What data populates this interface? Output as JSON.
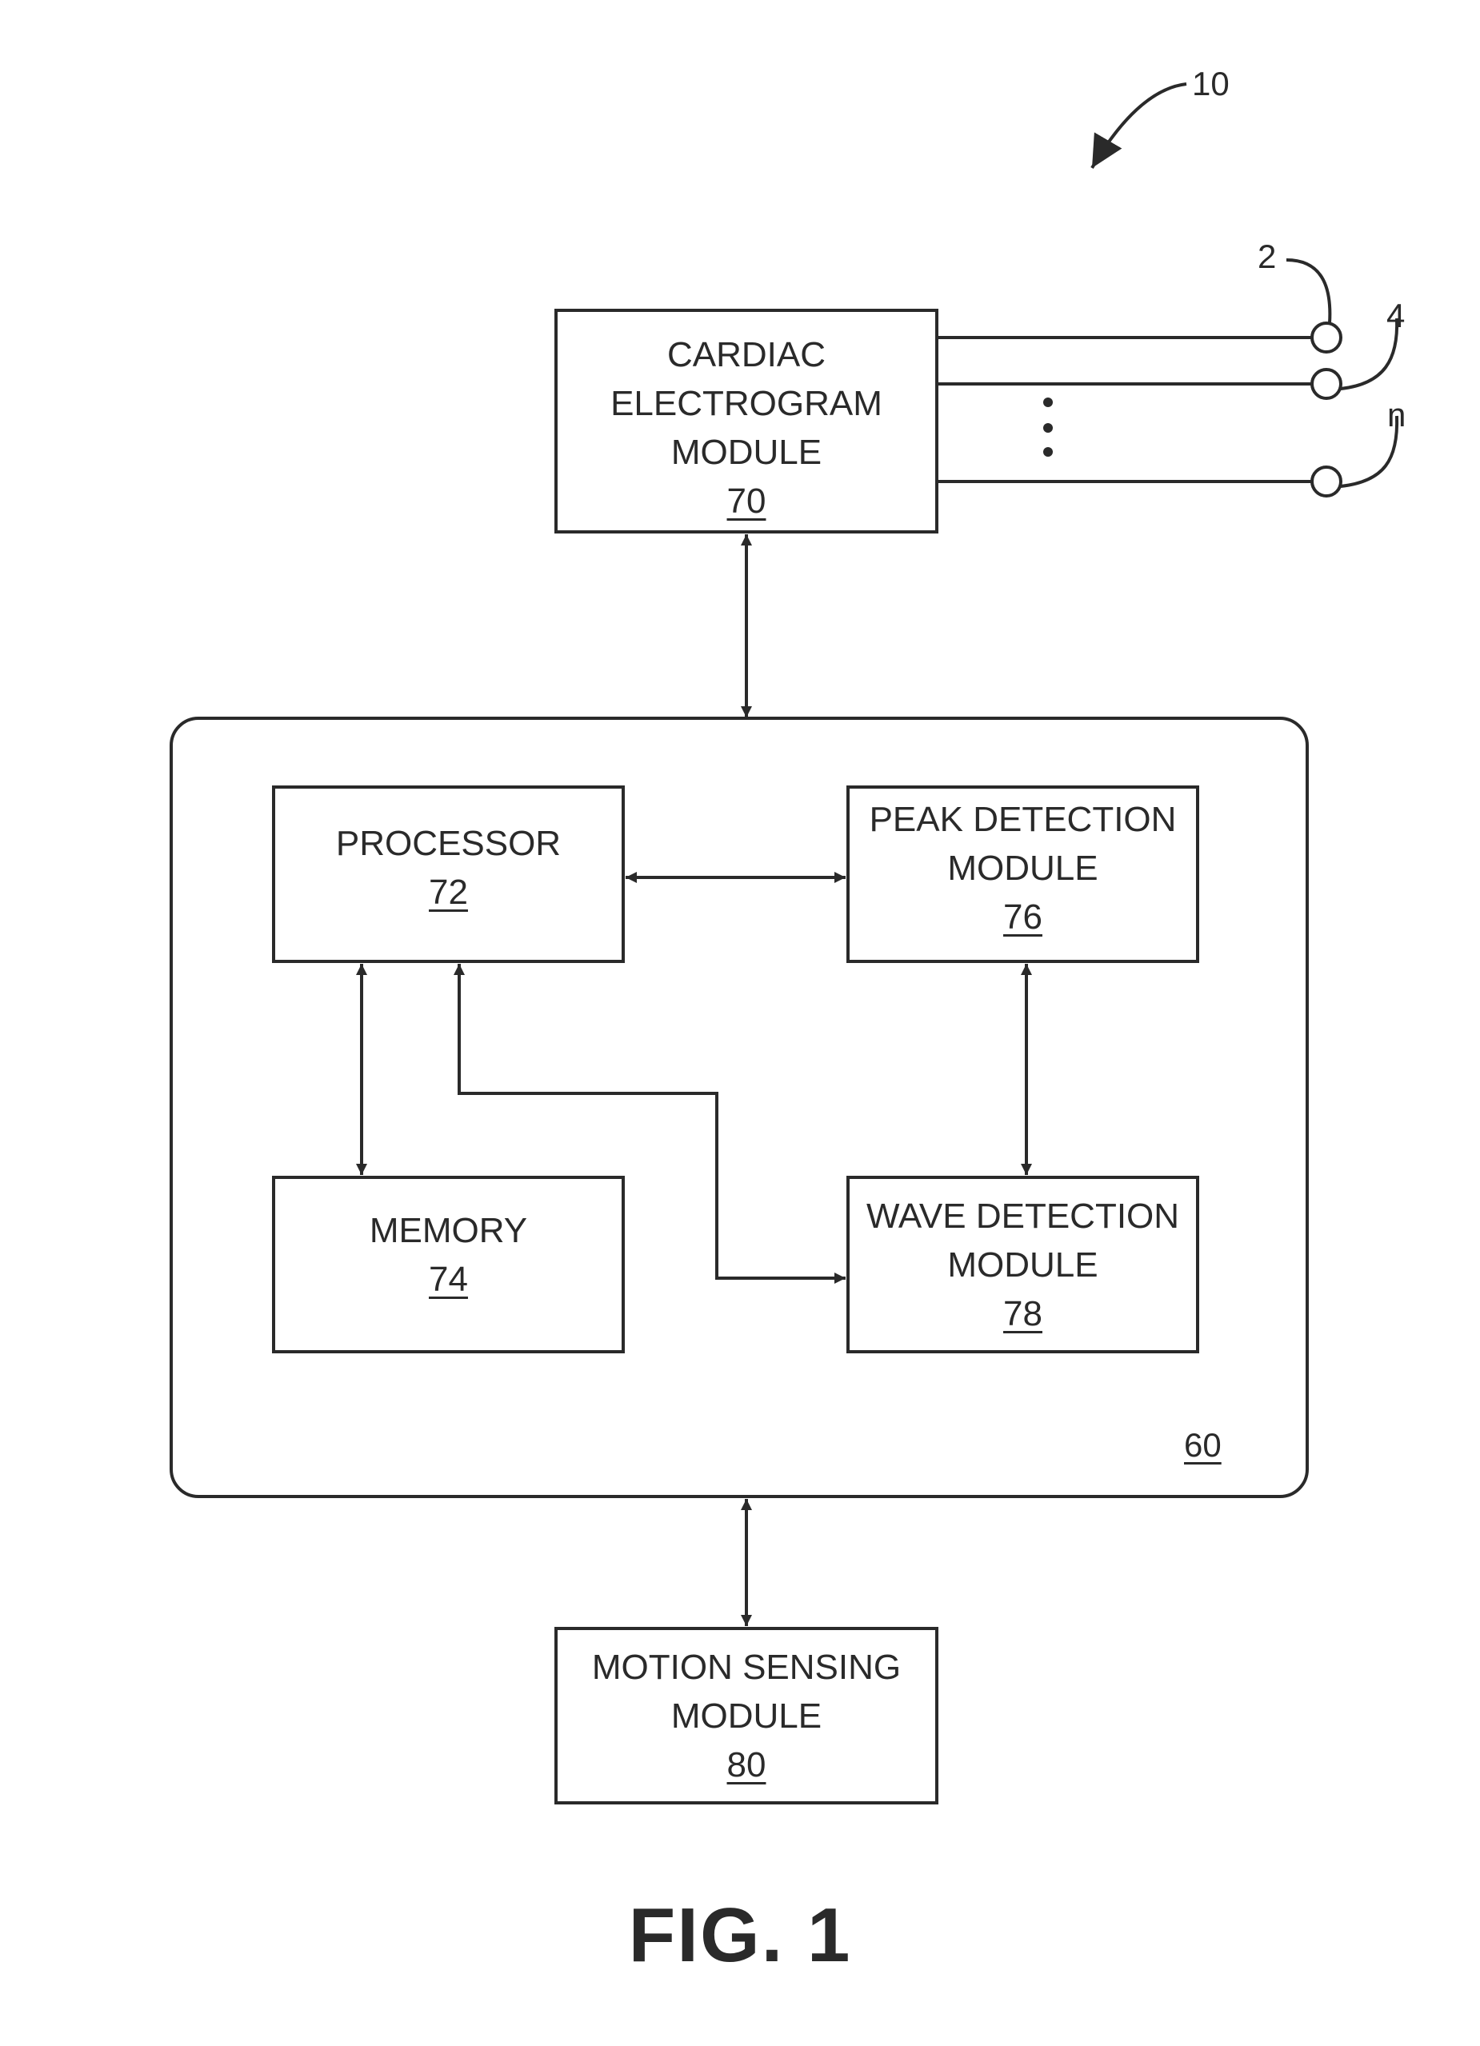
{
  "diagram": {
    "system_ref": "10",
    "housing_ref": "60",
    "electrodes": [
      {
        "ref": "2"
      },
      {
        "ref": "4"
      },
      {
        "ref": "n"
      }
    ],
    "blocks": {
      "ecg": {
        "line1": "CARDIAC",
        "line2": "ELECTROGRAM",
        "line3": "MODULE",
        "num": "70"
      },
      "proc": {
        "line1": "PROCESSOR",
        "num": "72"
      },
      "memory": {
        "line1": "MEMORY",
        "num": "74"
      },
      "peak": {
        "line1": "PEAK DETECTION",
        "line2": "MODULE",
        "num": "76"
      },
      "wave": {
        "line1": "WAVE DETECTION",
        "line2": "MODULE",
        "num": "78"
      },
      "motion": {
        "line1": "MOTION SENSING",
        "line2": "MODULE",
        "num": "80"
      }
    },
    "connections": [
      {
        "from": "ecg",
        "to": "housing",
        "direction": "bidirectional"
      },
      {
        "from": "proc",
        "to": "peak",
        "direction": "bidirectional"
      },
      {
        "from": "proc",
        "to": "memory",
        "direction": "bidirectional"
      },
      {
        "from": "proc",
        "to": "wave",
        "direction": "bidirectional"
      },
      {
        "from": "peak",
        "to": "wave",
        "direction": "bidirectional"
      },
      {
        "from": "housing",
        "to": "motion",
        "direction": "bidirectional"
      }
    ],
    "figure_label": "FIG. 1"
  },
  "colors": {
    "ink": "#2a2a2a",
    "background": "#ffffff"
  }
}
